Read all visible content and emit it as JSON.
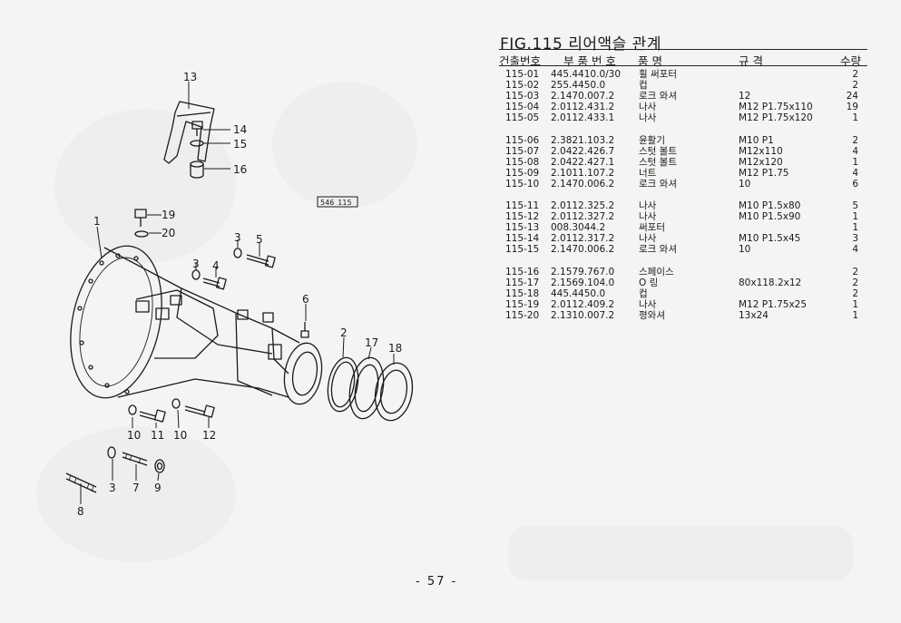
{
  "figure": {
    "title": "FIG.115 리어액슬 관계",
    "label": "546_115"
  },
  "table": {
    "headers": {
      "ref": "건출번호",
      "part": "부 품 번 호",
      "name": "품          명",
      "spec": "규          격",
      "qty": "수량"
    },
    "rows": [
      {
        "ref": "115-01",
        "part": "445.4410.0/30",
        "name": "휠 써포터",
        "spec": "",
        "qty": "2"
      },
      {
        "ref": "115-02",
        "part": "255.4450.0",
        "name": "컵",
        "spec": "",
        "qty": "2"
      },
      {
        "ref": "115-03",
        "part": "2.1470.007.2",
        "name": "로크 와셔",
        "spec": "12",
        "qty": "24"
      },
      {
        "ref": "115-04",
        "part": "2.0112.431.2",
        "name": "나사",
        "spec": "M12 P1.75x110",
        "qty": "19"
      },
      {
        "ref": "115-05",
        "part": "2.0112.433.1",
        "name": "나사",
        "spec": "M12 P1.75x120",
        "qty": "1"
      },
      {
        "ref": "115-06",
        "part": "2.3821.103.2",
        "name": "윤활기",
        "spec": "M10 P1",
        "qty": "2"
      },
      {
        "ref": "115-07",
        "part": "2.0422.426.7",
        "name": "스텃 볼트",
        "spec": "M12x110",
        "qty": "4"
      },
      {
        "ref": "115-08",
        "part": "2.0422.427.1",
        "name": "스텃 볼트",
        "spec": "M12x120",
        "qty": "1"
      },
      {
        "ref": "115-09",
        "part": "2.1011.107.2",
        "name": "너트",
        "spec": "M12 P1.75",
        "qty": "4"
      },
      {
        "ref": "115-10",
        "part": "2.1470.006.2",
        "name": "로크 와셔",
        "spec": "10",
        "qty": "6"
      },
      {
        "ref": "115-11",
        "part": "2.0112.325.2",
        "name": "나사",
        "spec": "M10 P1.5x80",
        "qty": "5"
      },
      {
        "ref": "115-12",
        "part": "2.0112.327.2",
        "name": "나사",
        "spec": "M10 P1.5x90",
        "qty": "1"
      },
      {
        "ref": "115-13",
        "part": "008.3044.2",
        "name": "써포터",
        "spec": "",
        "qty": "1"
      },
      {
        "ref": "115-14",
        "part": "2.0112.317.2",
        "name": "나사",
        "spec": "M10 P1.5x45",
        "qty": "3"
      },
      {
        "ref": "115-15",
        "part": "2.1470.006.2",
        "name": "로크 와셔",
        "spec": "10",
        "qty": "4"
      },
      {
        "ref": "115-16",
        "part": "2.1579.767.0",
        "name": "스페이스",
        "spec": "",
        "qty": "2"
      },
      {
        "ref": "115-17",
        "part": "2.1569.104.0",
        "name": "O 링",
        "spec": "80x118.2x12",
        "qty": "2"
      },
      {
        "ref": "115-18",
        "part": "445.4450.0",
        "name": "컵",
        "spec": "",
        "qty": "2"
      },
      {
        "ref": "115-19",
        "part": "2.0112.409.2",
        "name": "나사",
        "spec": "M12 P1.75x25",
        "qty": "1"
      },
      {
        "ref": "115-20",
        "part": "2.1310.007.2",
        "name": "평와셔",
        "spec": "13x24",
        "qty": "1"
      }
    ]
  },
  "callouts": [
    "13",
    "14",
    "15",
    "16",
    "19",
    "20",
    "1",
    "3",
    "5",
    "3",
    "4",
    "6",
    "2",
    "17",
    "18",
    "10",
    "11",
    "10",
    "12",
    "3",
    "7",
    "9",
    "8"
  ],
  "page_number": "- 57 -"
}
